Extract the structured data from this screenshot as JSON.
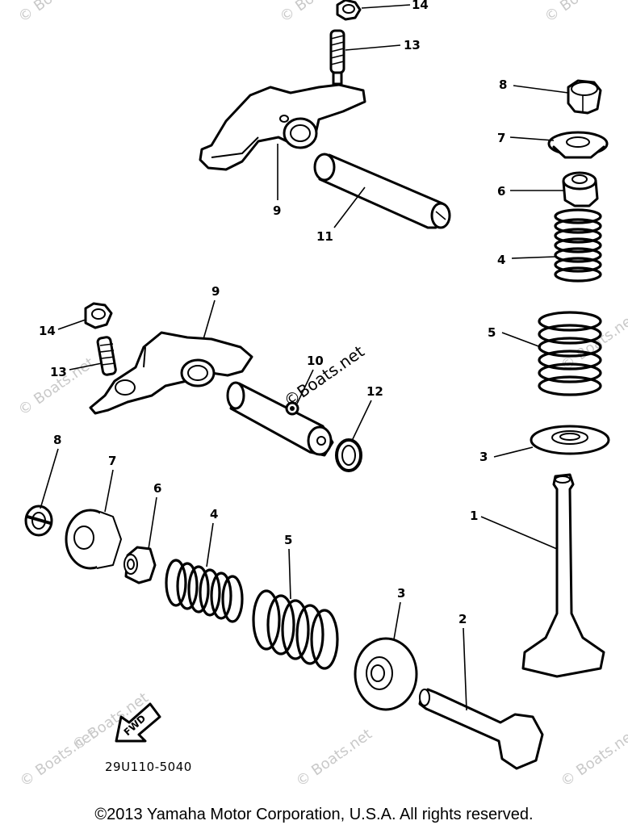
{
  "callouts": {
    "upper": {
      "c14": "14",
      "c13": "13",
      "c9": "9",
      "c11": "11",
      "c8": "8",
      "c7": "7",
      "c6": "6",
      "c4": "4",
      "c5": "5",
      "c3": "3",
      "c1": "1"
    },
    "lower": {
      "c9": "9",
      "c14": "14",
      "c13": "13",
      "c10": "10",
      "c12": "12",
      "c8": "8",
      "c7": "7",
      "c6": "6",
      "c4": "4",
      "c5": "5",
      "c3": "3",
      "c2": "2"
    }
  },
  "fwd_label": "FWD",
  "diagram_code": "29U110-5040",
  "watermark": {
    "text": "© Boats.net",
    "center_text": "©Boats.net",
    "color": "#c9c9c9"
  },
  "copyright": "©2013 Yamaha Motor Corporation, U.S.A. All rights reserved."
}
